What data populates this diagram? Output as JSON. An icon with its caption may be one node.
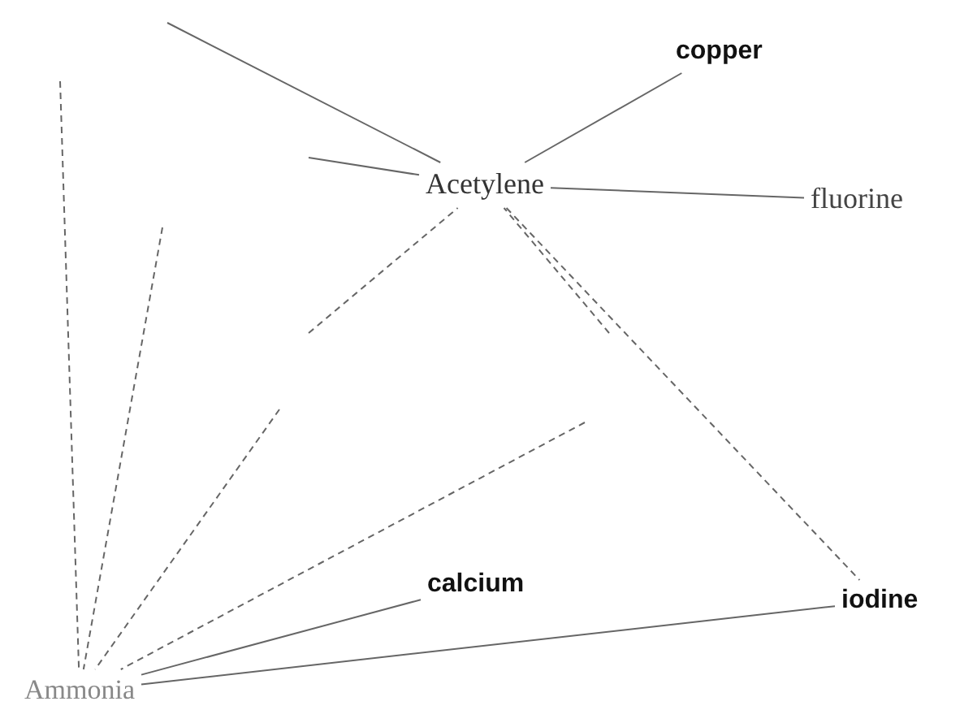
{
  "diagram": {
    "nodes": [
      {
        "text": [
          "copper"
        ]
      },
      {
        "text": [
          "Acetylene"
        ]
      },
      {
        "text": [
          "fluorine"
        ]
      },
      {
        "text": [
          "calcium"
        ]
      },
      {
        "text": [
          "iodine"
        ]
      },
      {
        "text": [
          "Ammonia"
        ]
      }
    ],
    "edges": [
      {
        "from": 1,
        "to": 0,
        "arrow": "none"
      },
      {
        "from": 1,
        "to": 2,
        "arrow": "none"
      },
      {
        "from": 1,
        "to": 4,
        "arrow": "none",
        "style": "dashed"
      },
      {
        "from": 5,
        "to": 3,
        "arrow": "none"
      },
      {
        "from": 5,
        "to": 4,
        "arrow": "none"
      },
      {
        "from": null,
        "to": 1,
        "arrow": "none"
      },
      {
        "from": null,
        "to": 1,
        "arrow": "none"
      },
      {
        "from": null,
        "to": 1,
        "arrow": "none",
        "style": "dashed"
      },
      {
        "from": null,
        "to": 1,
        "arrow": "none",
        "style": "dashed"
      },
      {
        "from": null,
        "to": 5,
        "arrow": "none",
        "style": "dashed"
      },
      {
        "from": null,
        "to": 5,
        "arrow": "none",
        "style": "dashed"
      },
      {
        "from": null,
        "to": 5,
        "arrow": "none",
        "style": "dashed"
      },
      {
        "from": null,
        "to": 5,
        "arrow": "none",
        "style": "dashed"
      }
    ]
  }
}
